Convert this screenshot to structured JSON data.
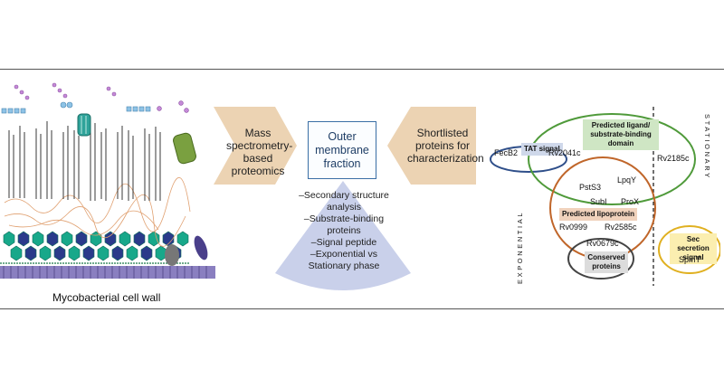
{
  "wall": {
    "caption": "Mycobacterial cell wall"
  },
  "step1": {
    "text": "Mass spectrometry-based proteomics"
  },
  "center": {
    "title": "Outer membrane fraction",
    "analyses": [
      "–Secondary structure analysis",
      "–Substrate-binding proteins",
      "–Signal peptide",
      "–Exponential vs Stationary phase"
    ]
  },
  "step2": {
    "text": "Shortlisted proteins for characterization"
  },
  "venn": {
    "phase_exponential": "EXPONENTIAL",
    "phase_stationary": "STATIONARY",
    "sets": {
      "tat": "TAT signal",
      "ligand": "Predicted ligand/ substrate-binding domain",
      "lipoprotein": "Predicted lipoprotein",
      "conserved": "Conserved proteins",
      "sec": "Sec secretion signal"
    },
    "proteins": {
      "fecb2": "FecB2",
      "rv2041c": "Rv2041c",
      "rv2185c": "Rv2185c",
      "psts3": "PstS3",
      "lpqy": "LpqY",
      "subi": "SubI",
      "prox": "ProX",
      "rv0999": "Rv0999",
      "rv2585c": "Rv2585c",
      "rv0679c": "Rv0679c",
      "spmt": "SpmT"
    },
    "colors": {
      "tat": "#2f4f8a",
      "ligand": "#4f9a3a",
      "lipoprotein": "#c0662a",
      "conserved": "#444444",
      "sec": "#e0b020"
    }
  }
}
